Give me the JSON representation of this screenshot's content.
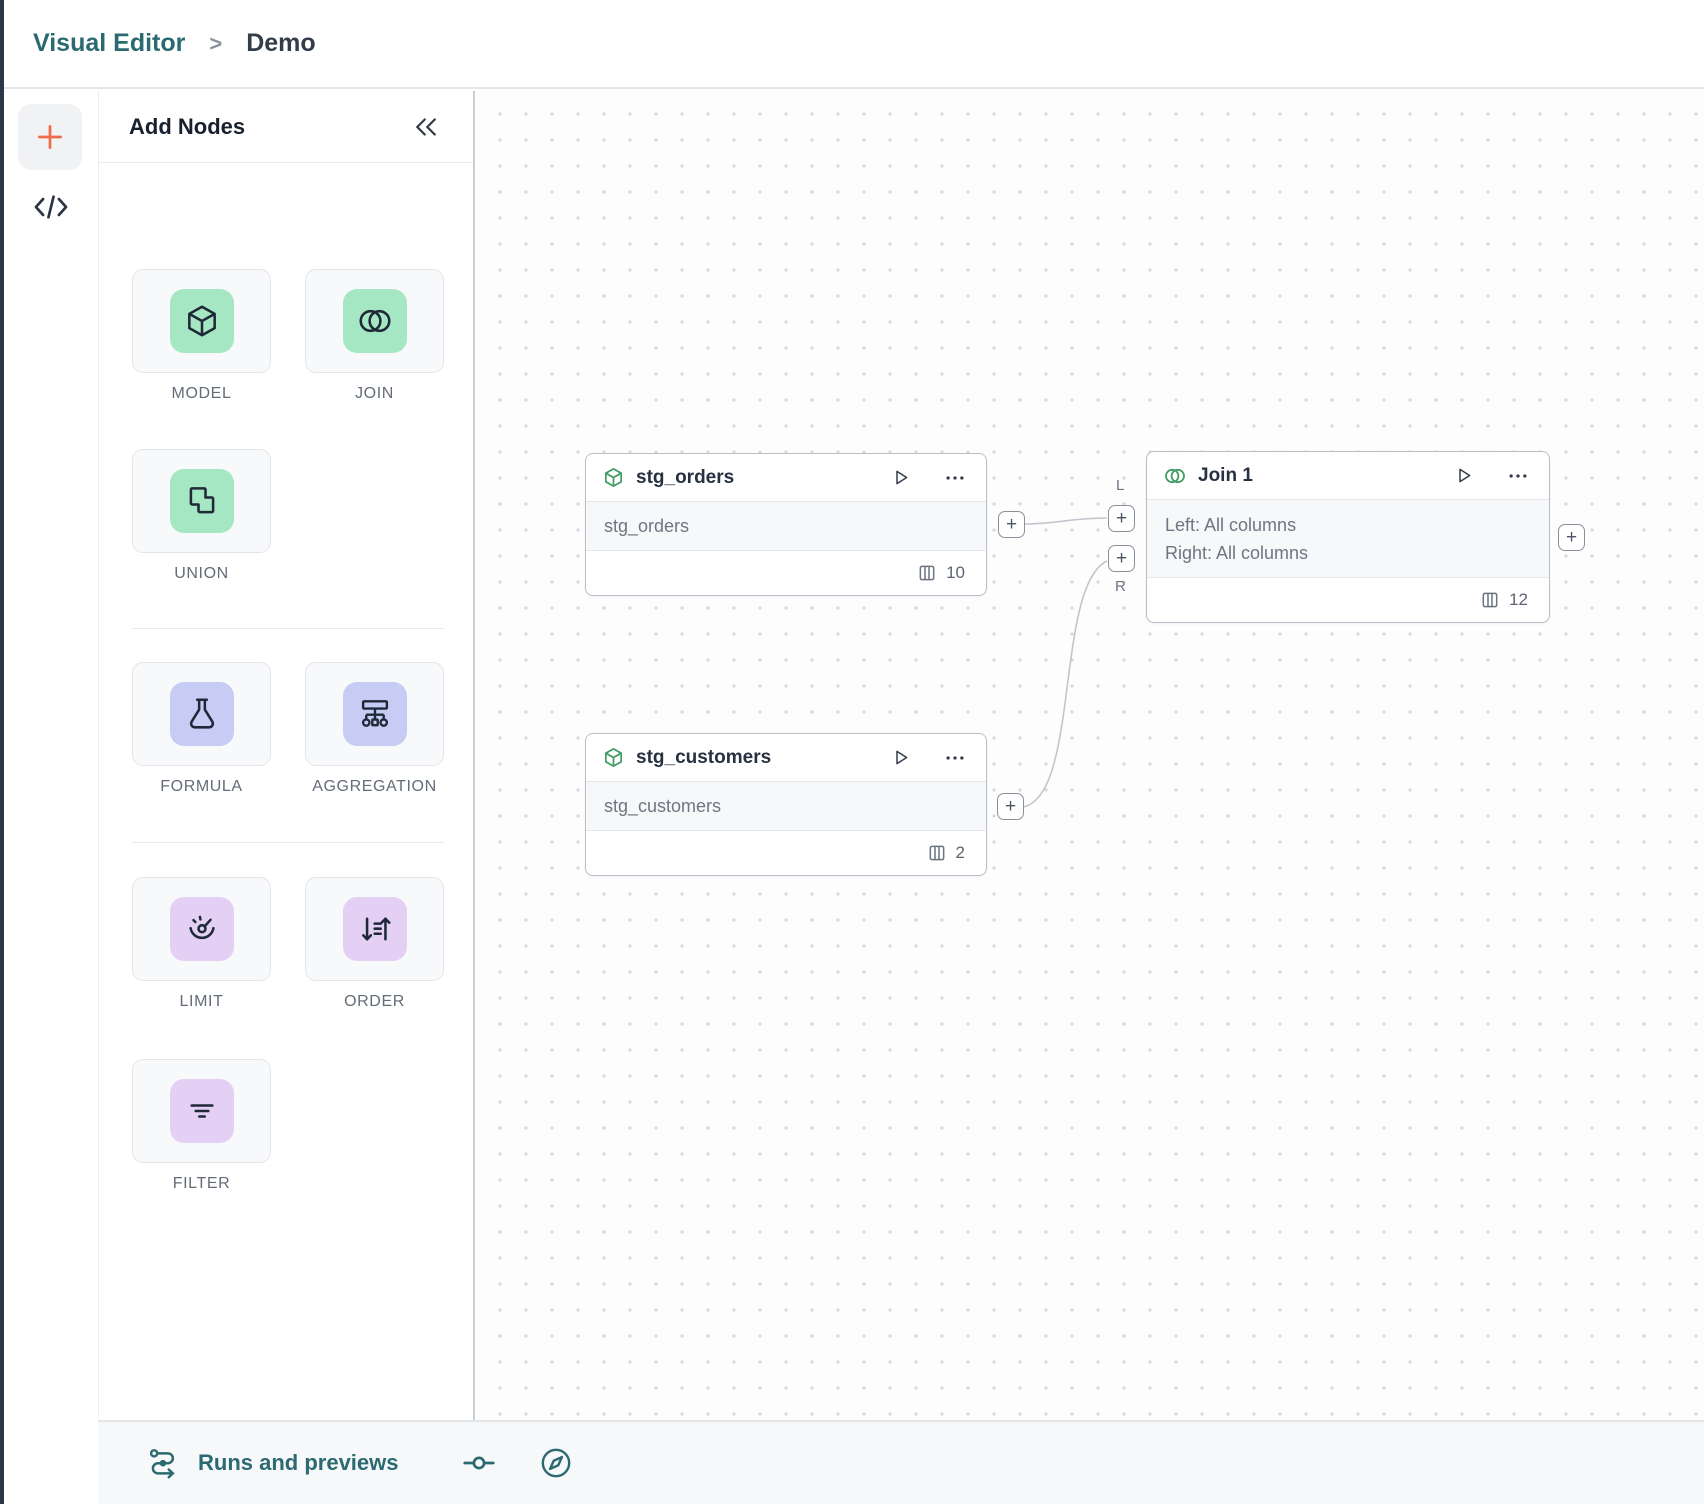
{
  "header": {
    "app": "Visual Editor",
    "separator": ">",
    "page": "Demo"
  },
  "rail": {
    "add_tooltip": "+",
    "code_tooltip": "</>"
  },
  "palette": {
    "title": "Add Nodes",
    "collapse_icon": "chevrons-left",
    "items": [
      {
        "label": "MODEL",
        "icon": "cube-icon",
        "tile": "green"
      },
      {
        "label": "JOIN",
        "icon": "join-circles-icon",
        "tile": "green"
      },
      {
        "label": "UNION",
        "icon": "union-shapes-icon",
        "tile": "green"
      },
      {
        "label": "FORMULA",
        "icon": "flask-icon",
        "tile": "indigo"
      },
      {
        "label": "AGGREGATION",
        "icon": "hierarchy-icon",
        "tile": "indigo"
      },
      {
        "label": "LIMIT",
        "icon": "gauge-icon",
        "tile": "purple"
      },
      {
        "label": "ORDER",
        "icon": "sort-icon",
        "tile": "purple"
      },
      {
        "label": "FILTER",
        "icon": "filter-lines-icon",
        "tile": "purple"
      }
    ]
  },
  "canvas": {
    "nodes": {
      "stg_orders": {
        "title": "stg_orders",
        "body": "stg_orders",
        "columns": "10"
      },
      "stg_customers": {
        "title": "stg_customers",
        "body": "stg_customers",
        "columns": "2"
      },
      "join1": {
        "title": "Join 1",
        "body_left": "Left: All columns",
        "body_right": "Right: All columns",
        "columns": "12"
      }
    },
    "ports": {
      "plus": "+",
      "left_label": "L",
      "right_label": "R"
    }
  },
  "statusbar": {
    "runs_label": "Runs and previews"
  },
  "colors": {
    "teal": "#2a6a70",
    "orange": "#ee6c4d",
    "green_tile": "#a5e7c2",
    "indigo_tile": "#c6ccf4",
    "purple_tile": "#e4d0f5",
    "node_icon_green": "#3f9e62",
    "ink": "#273142"
  }
}
